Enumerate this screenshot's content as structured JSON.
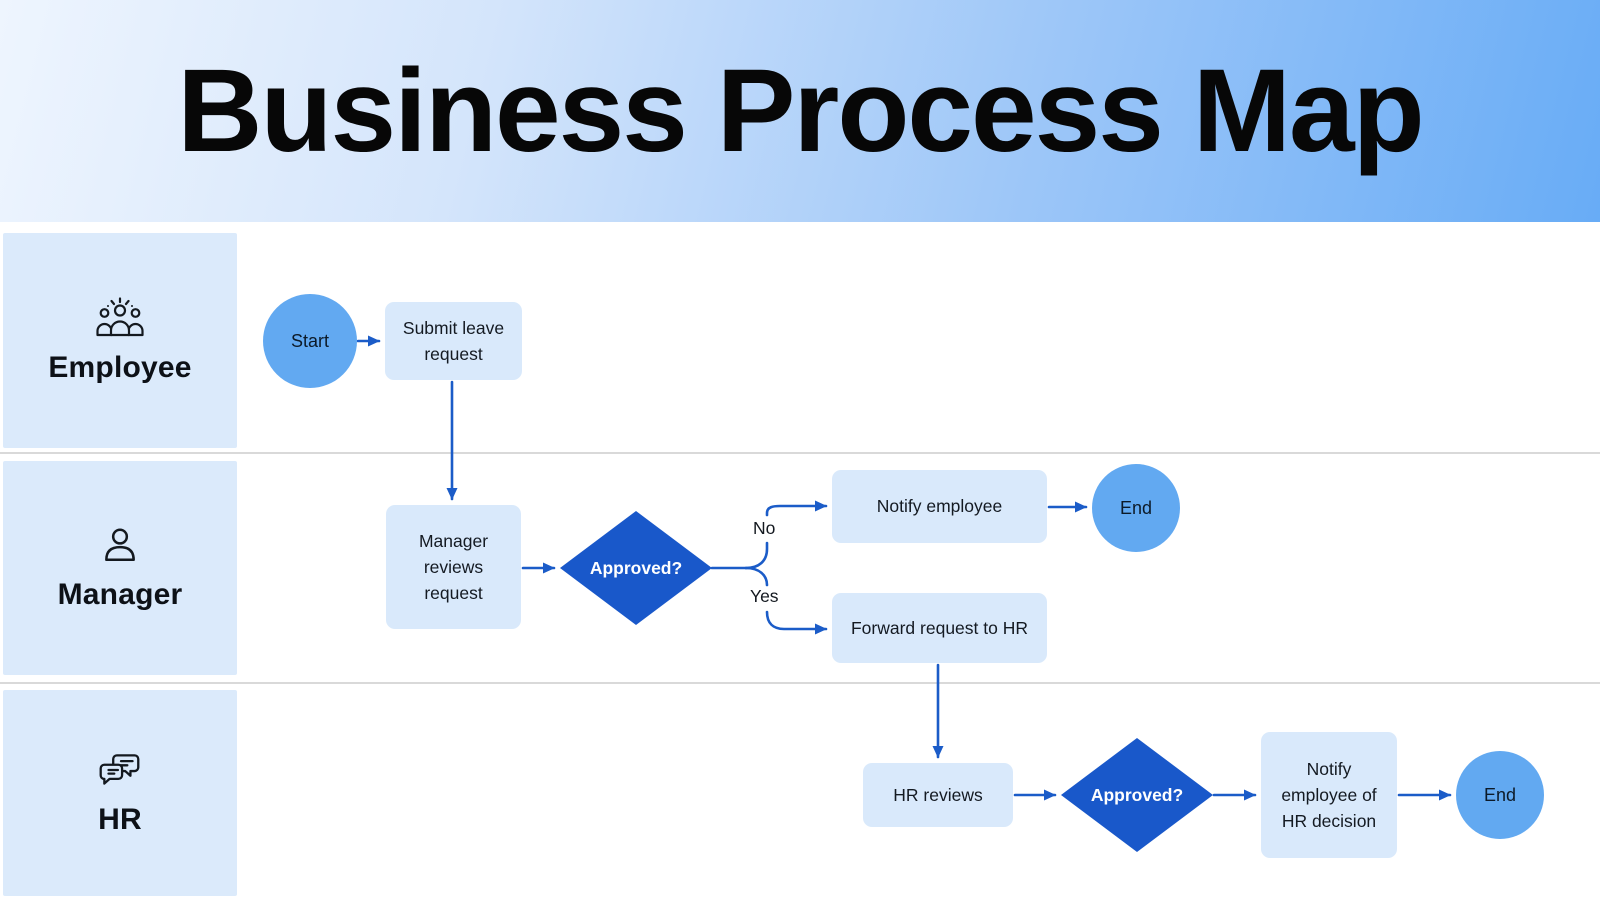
{
  "header": {
    "title": "Business Process Map"
  },
  "lanes": [
    {
      "id": "employee",
      "label": "Employee",
      "icon": "team-sparkle-icon"
    },
    {
      "id": "manager",
      "label": "Manager",
      "icon": "person-icon"
    },
    {
      "id": "hr",
      "label": "HR",
      "icon": "chat-bubbles-icon"
    }
  ],
  "flow": {
    "start": "Start",
    "submit_leave_request": "Submit leave request",
    "manager_reviews_request": "Manager reviews request",
    "manager_decision": "Approved?",
    "notify_employee": "Notify employee",
    "end_manager": "End",
    "forward_request_to_hr": "Forward request to HR",
    "hr_reviews": "HR reviews",
    "hr_decision": "Approved?",
    "notify_employee_of_hr_decision": "Notify employee of HR decision",
    "end_hr": "End",
    "branch_no": "No",
    "branch_yes": "Yes"
  },
  "colors": {
    "banner_gradient_start": "#eef5fe",
    "banner_gradient_end": "#68acf6",
    "lane_bg": "#dbeafb",
    "process_box_bg": "#d9e9fb",
    "terminal_circle_bg": "#62a9f1",
    "decision_diamond_bg": "#1958ca",
    "connector": "#1b5cc8",
    "divider": "#d9d9d9",
    "title_text": "#070707"
  }
}
